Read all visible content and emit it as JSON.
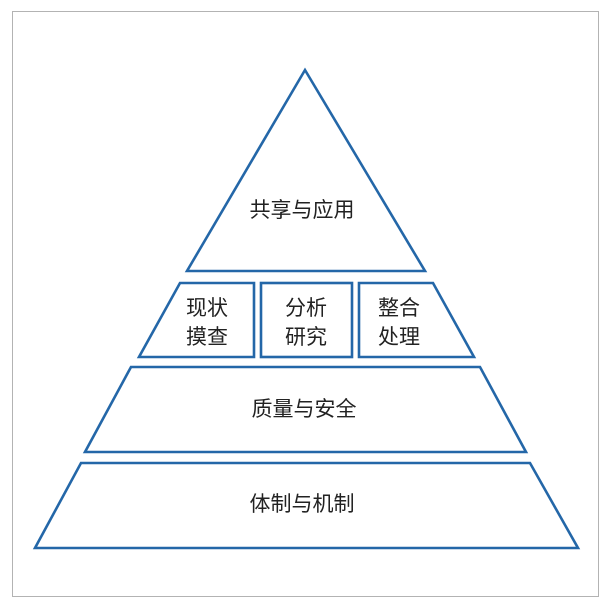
{
  "pyramid": {
    "top": "共享与应用",
    "middle": [
      {
        "line1": "现状",
        "line2": "摸查"
      },
      {
        "line1": "分析",
        "line2": "研究"
      },
      {
        "line1": "整合",
        "line2": "处理"
      }
    ],
    "quality": "质量与安全",
    "base": "体制与机制"
  },
  "colors": {
    "outline": "#2467a8",
    "frame": "#b3b3b3",
    "text": "#222222"
  }
}
